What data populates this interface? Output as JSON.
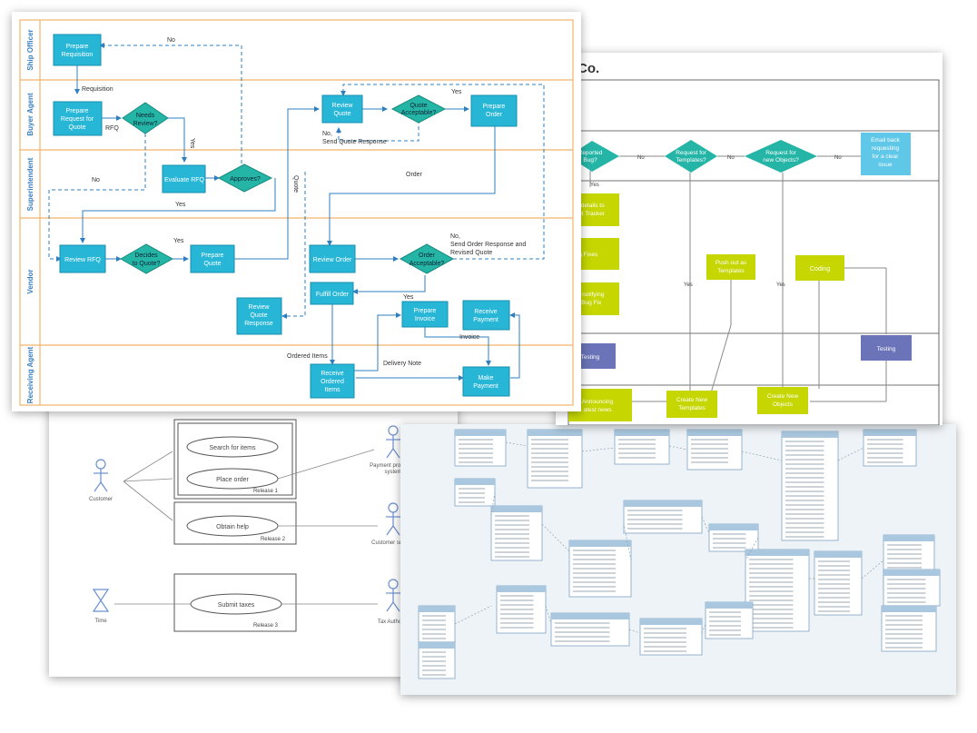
{
  "swimlane": {
    "lanes": [
      "Ship Officer",
      "Buyer Agent",
      "Superintendent",
      "Vendor",
      "Receiving Agent"
    ],
    "nodes": {
      "prepare_requisition": [
        "Prepare",
        "Requisition"
      ],
      "prepare_rfq": [
        "Prepare",
        "Request for",
        "Quote"
      ],
      "needs_review": [
        "Needs",
        "Review?"
      ],
      "evaluate_rfq": "Evaluate RFQ",
      "approves": "Approves?",
      "review_quote": [
        "Review",
        "Quote"
      ],
      "quote_acceptable": [
        "Quote",
        "Acceptable?"
      ],
      "prepare_order": [
        "Prepare",
        "Order"
      ],
      "review_rfq": "Review RFQ",
      "decides_to_quote": [
        "Decides",
        "to Quote?"
      ],
      "prepare_quote": [
        "Prepare",
        "Quote"
      ],
      "review_order": "Review Order",
      "order_acceptable": [
        "Order",
        "Acceptable?"
      ],
      "fulfill_order": "Fulfill Order",
      "review_quote_response": [
        "Review",
        "Quote",
        "Response"
      ],
      "prepare_invoice": [
        "Prepare",
        "Invoice"
      ],
      "receive_payment": [
        "Receive",
        "Payment"
      ],
      "receive_ordered_items": [
        "Receive",
        "Ordered",
        "Items"
      ],
      "make_payment": [
        "Make",
        "Payment"
      ]
    },
    "labels": {
      "no_top": "No",
      "requisition": "Requisition",
      "rfq": "RFQ",
      "yes_review": "Yes",
      "no_left": "No",
      "yes_approves": "Yes",
      "yes_quote": "Yes",
      "no_send_quote_1": "No,",
      "no_send_quote_2": "Send Quote Response",
      "quote": "Quote",
      "order": "Order",
      "yes_decides": "Yes",
      "no_send_order_1": "No,",
      "no_send_order_2": "Send Order Response and",
      "no_send_order_3": "Revised Quote",
      "yes_order": "Yes",
      "invoice": "Invoice",
      "ordered_items": "Ordered Items",
      "delivery_note": "Delivery Note"
    }
  },
  "bugflow": {
    "title": "Co.",
    "nodes": {
      "reported_bug": [
        "Reported",
        "Bug?"
      ],
      "request_templates": [
        "Request for",
        "Templates?"
      ],
      "request_objects": [
        "Request for",
        "new Objects?"
      ],
      "email_back": [
        "Email back",
        "requesting",
        "for a clear",
        "issue"
      ],
      "add_details": [
        "d details to",
        "est Tracker"
      ],
      "bug_fixes": "ug Fixes",
      "post_notifying": [
        "ost notifying",
        "w Bug Fix"
      ],
      "push_templates": [
        "Push out as",
        "Templates"
      ],
      "coding": "Coding",
      "testing_left": "Testing",
      "testing_right": "Testing",
      "announcing": [
        "Announcing",
        "atest news"
      ],
      "create_templates": [
        "Create New",
        "Templates"
      ],
      "create_objects": [
        "Create New",
        "Objects"
      ]
    },
    "labels": {
      "no1": "No",
      "no2": "No",
      "no3": "No",
      "yes1": "Yes",
      "yes2": "Yes",
      "yes3": "Yes"
    }
  },
  "usecase": {
    "actors": {
      "customer": "Customer",
      "payment": [
        "Payment processor",
        "system"
      ],
      "support": "Customer support",
      "time": "Time",
      "tax": "Tax Authority"
    },
    "cases": {
      "search": "Search for items",
      "place": "Place order",
      "help": "Obtain help",
      "submit": "Submit taxes"
    },
    "releases": {
      "r1": "Release 1",
      "r2": "Release 2",
      "r3": "Release 3"
    }
  },
  "colors": {
    "process": "#27b6d6",
    "decision": "#25b5a6",
    "lime": "#c5d600",
    "testing": "#6b74b8",
    "email": "#5fc7e7",
    "lane_border": "#f0b46a"
  }
}
